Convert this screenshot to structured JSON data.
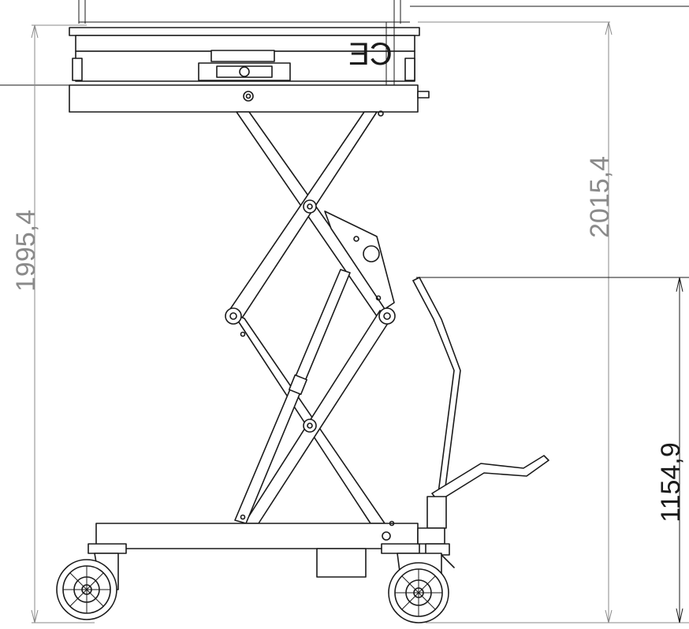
{
  "dimensions": {
    "overall_height_left": "1995,4",
    "overall_height_right": "2015,4",
    "handle_height": "1154,9"
  },
  "marking": "CE",
  "colors": {
    "outline": "#1a1a1a",
    "dimension_grey": "#8a8a8a"
  }
}
